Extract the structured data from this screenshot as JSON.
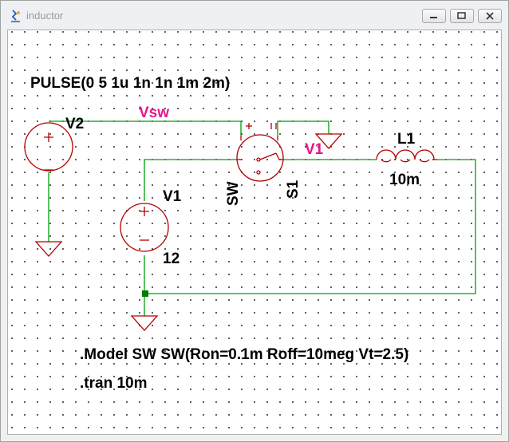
{
  "window": {
    "title": "inductor"
  },
  "schematic": {
    "source_v2": {
      "name": "V2",
      "spec": "PULSE(0 5 1u 1n 1n 1m 2m)"
    },
    "source_v1": {
      "name": "V1",
      "value": "12"
    },
    "switch": {
      "name": "S1",
      "model": "SW"
    },
    "inductor": {
      "name": "L1",
      "value": "10m"
    },
    "net_labels": {
      "vsw": "Vsw",
      "v1": "V1"
    },
    "directives": {
      "model": ".Model SW SW(Ron=0.1m Roff=10meg Vt=2.5)",
      "tran": ".tran 10m"
    }
  },
  "colors": {
    "wire": "#00a000",
    "component": "#b40000",
    "net_label": "#e6158c",
    "junction": "#008000"
  }
}
